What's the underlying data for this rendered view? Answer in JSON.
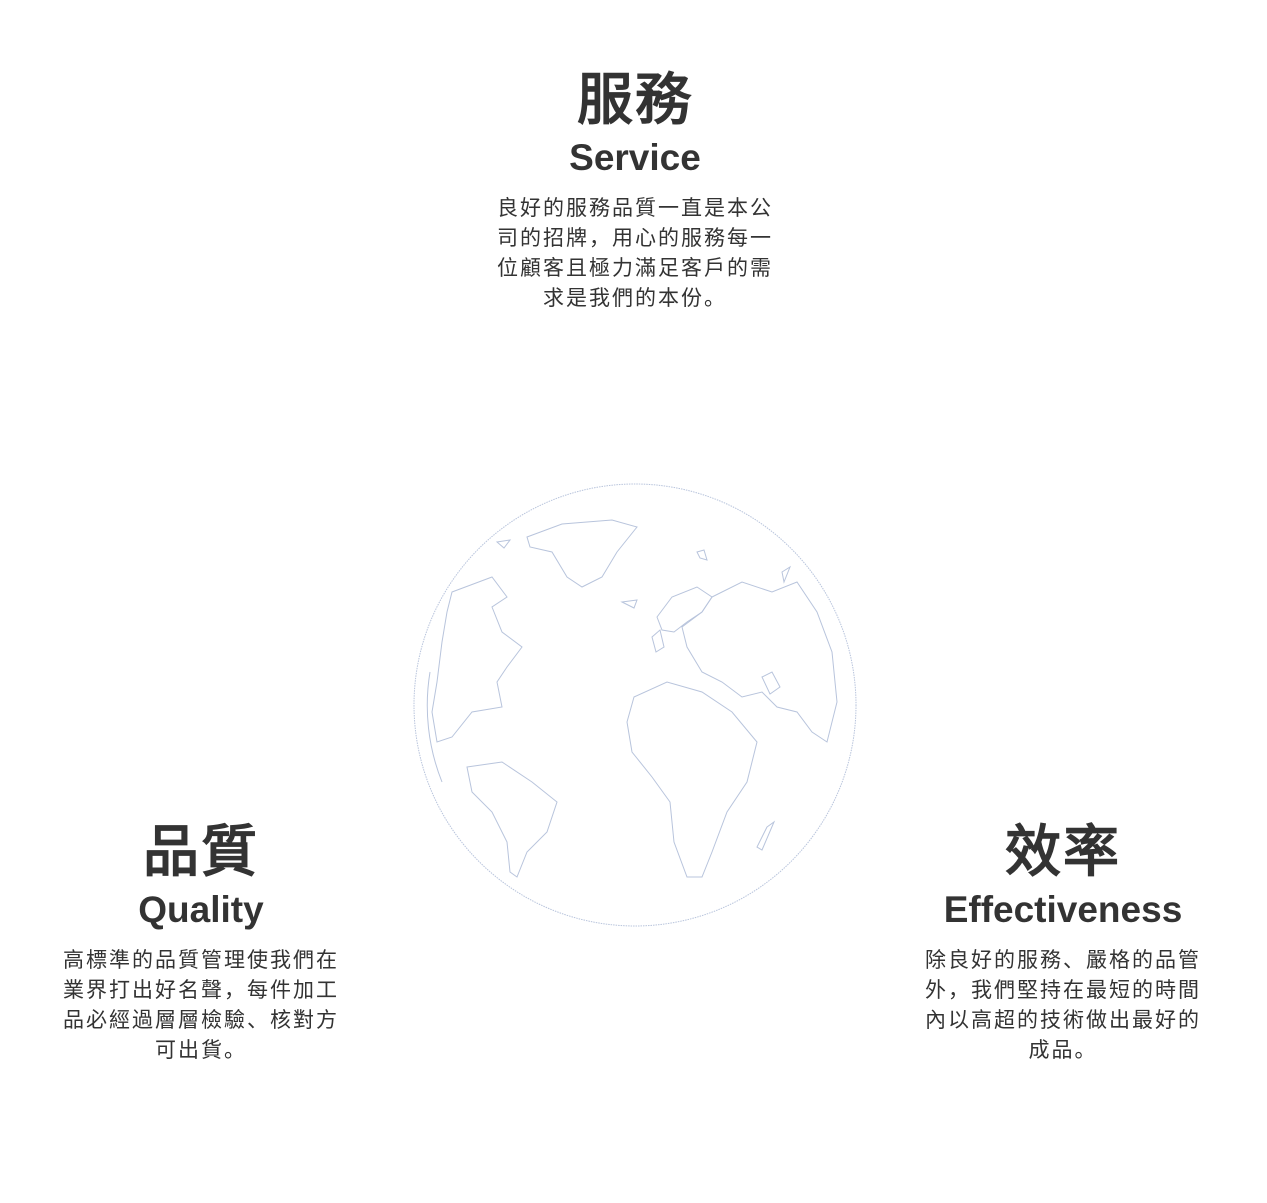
{
  "service": {
    "title_zh": "服務",
    "title_en": "Service",
    "lines": [
      "良好的服務品質一直是本公",
      "司的招牌，用心的服務每一",
      "位顧客且極力滿足客戶的需",
      "求是我們的本份。"
    ]
  },
  "quality": {
    "title_zh": "品質",
    "title_en": "Quality",
    "lines": [
      "高標準的品質管理使我們在",
      "業界打出好名聲，每件加工",
      "品必經過層層檢驗、核對方",
      "可出貨。"
    ]
  },
  "effectiveness": {
    "title_zh": "效率",
    "title_en": "Effectiveness",
    "lines": [
      "除良好的服務、嚴格的品管",
      "外，我們堅持在最短的時間",
      "內以高超的技術做出最好的",
      "成品。"
    ]
  },
  "colors": {
    "text": "#333333",
    "globe_outline": "#b8c4dc"
  }
}
